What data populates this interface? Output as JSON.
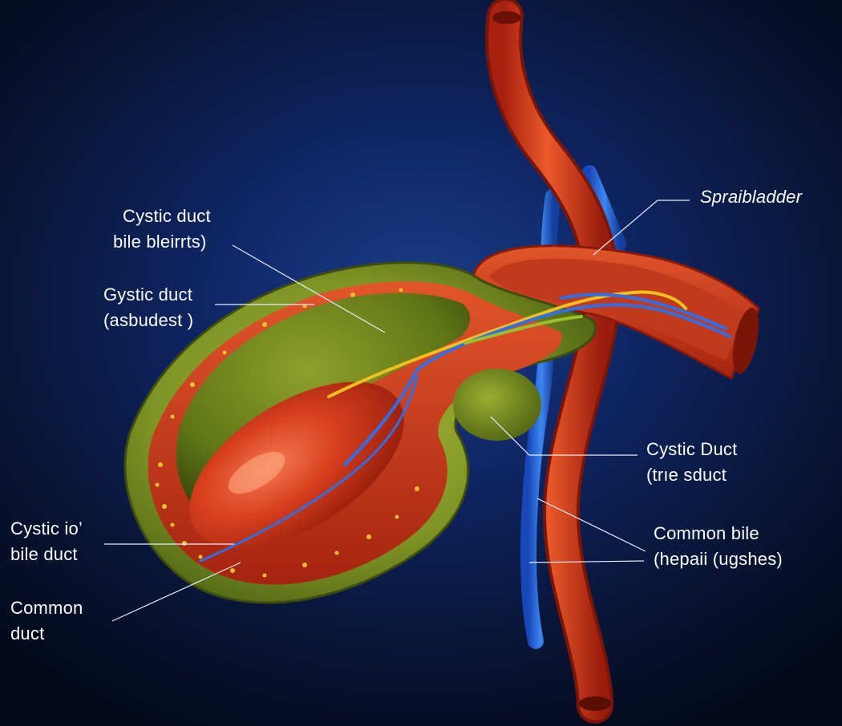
{
  "labels": {
    "top_left": {
      "line1": "Cystic duct",
      "line2": "bile bleirrts)"
    },
    "mid_left": {
      "line1": "Gystic duct",
      "line2": "(asbudest )"
    },
    "lower_left": {
      "line1": "Cystic io’",
      "line2": "bile  duct"
    },
    "bottom_left": {
      "line1": "Common",
      "line2": "duct"
    },
    "top_right": {
      "line1": "Spraibladder"
    },
    "mid_right": {
      "line1": "Cystic Duct",
      "line2": "(trıe sduct"
    },
    "lower_right": {
      "line1": "Common bile",
      "line2": "(hepaii (ugshes)"
    }
  },
  "colors": {
    "background": "#0e2460",
    "gallbladder_wall": "#c8321c",
    "bile": "#6f8a1e",
    "vein": "#1f5fd8",
    "artery": "#d8401e",
    "duct_yellow": "#f0c020"
  }
}
